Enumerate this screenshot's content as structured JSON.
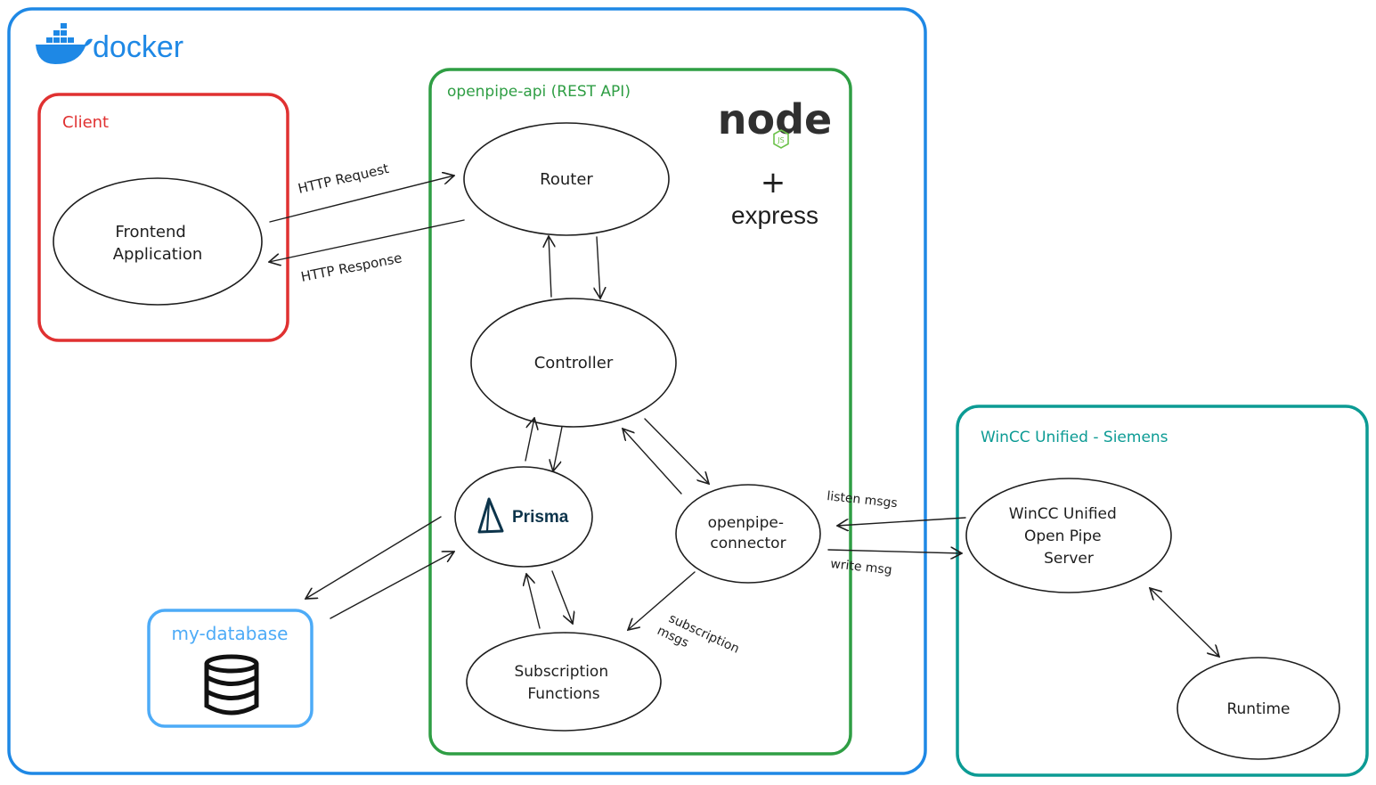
{
  "docker": {
    "brand": "docker",
    "color": "#1e88e5",
    "icon": "docker-whale-icon"
  },
  "client": {
    "title": "Client",
    "color": "#e03131",
    "frontend": [
      "Frontend",
      "Application"
    ]
  },
  "api": {
    "title": "openpipe-api (REST API)",
    "color": "#2f9e44",
    "router": "Router",
    "controller": "Controller",
    "prisma": "Prisma",
    "connector": [
      "openpipe-",
      "connector"
    ],
    "subscription": [
      "Subscription",
      "Functions"
    ],
    "tech": {
      "node_logo": "node",
      "node_badge": "JS",
      "plus": "+",
      "express": "express"
    }
  },
  "database": {
    "title": "my-database",
    "color": "#4dabf7",
    "icon": "database-icon"
  },
  "wincc": {
    "title": "WinCC Unified - Siemens",
    "color": "#0c9b94",
    "server": [
      "WinCC Unified",
      "Open Pipe",
      "Server"
    ],
    "runtime": "Runtime"
  },
  "edges": {
    "http_request": "HTTP Request",
    "http_response": "HTTP Response",
    "listen_msgs": "listen msgs",
    "write_msg": "write msg",
    "subscription_msgs": [
      "subscription",
      "msgs"
    ]
  }
}
